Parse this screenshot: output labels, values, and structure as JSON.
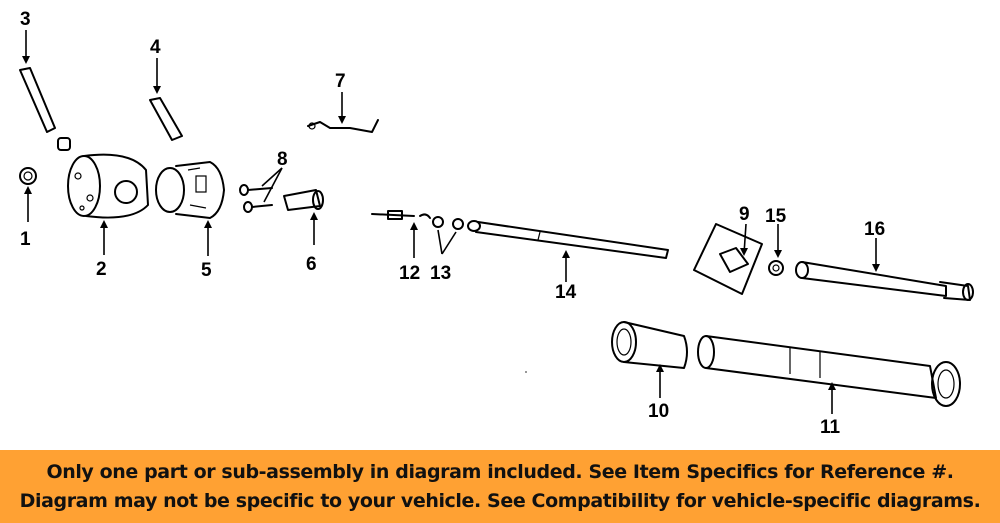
{
  "diagram": {
    "callouts": {
      "c1": "1",
      "c2": "2",
      "c3": "3",
      "c4": "4",
      "c5": "5",
      "c6": "6",
      "c7": "7",
      "c8": "8",
      "c9": "9",
      "c10": "10",
      "c11": "11",
      "c12": "12",
      "c13": "13",
      "c14": "14",
      "c15": "15",
      "c16": "16"
    }
  },
  "notice": {
    "line1": "Only one part or sub-assembly in diagram included. See Item Specifics for Reference #.",
    "line2": "Diagram may not be specific to your vehicle. See Compatibility for vehicle-specific diagrams.",
    "background": "#ffa133"
  }
}
